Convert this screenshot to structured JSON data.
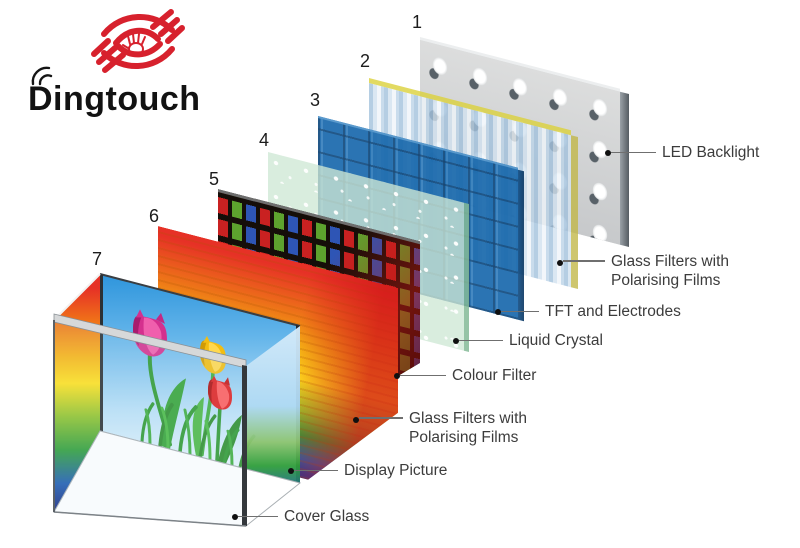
{
  "logo": {
    "brand": "Dingtouch",
    "icon": "dingtouch-swirl-hand-icon",
    "brand_color": "#d7212d",
    "text_color": "#121212"
  },
  "diagram": {
    "description": "Exploded view of LCD touch display layers",
    "layer_numbers": [
      "1",
      "2",
      "3",
      "4",
      "5",
      "6",
      "7"
    ],
    "callouts": [
      {
        "line1": "LED Backlight"
      },
      {
        "line1": "Glass Filters with",
        "line2": "Polarising Films"
      },
      {
        "line1": "TFT and Electrodes"
      },
      {
        "line1": "Liquid Crystal"
      },
      {
        "line1": "Colour Filter"
      },
      {
        "line1": "Glass Filters with",
        "line2": "Polarising Films"
      },
      {
        "line1": "Display Picture"
      },
      {
        "line1": "Cover Glass"
      }
    ],
    "colors": {
      "label_text": "#3c3c3c",
      "led_panel_gray": "#d9dadb",
      "polariser_stripe_blue": "#a3c2dd",
      "polariser_edge_yellow": "#dcd23c",
      "tft_blue": "#1566ab",
      "liquid_crystal_green": "#cee8d5",
      "colour_filter_red": "#c92121",
      "colour_filter_green": "#5da32e",
      "colour_filter_blue": "#2e55b5",
      "rainbow_polariser": [
        "#e63126",
        "#ee7a17",
        "#f6b314",
        "#ffdf1c",
        "#9fc92a",
        "#2f9e3a",
        "#1e63b0",
        "#1b3a9e"
      ],
      "sky_blue": "#2e95dc",
      "tulip_pink": "#d4308e",
      "tulip_yellow": "#f2bd13",
      "tulip_red": "#e02121"
    }
  }
}
